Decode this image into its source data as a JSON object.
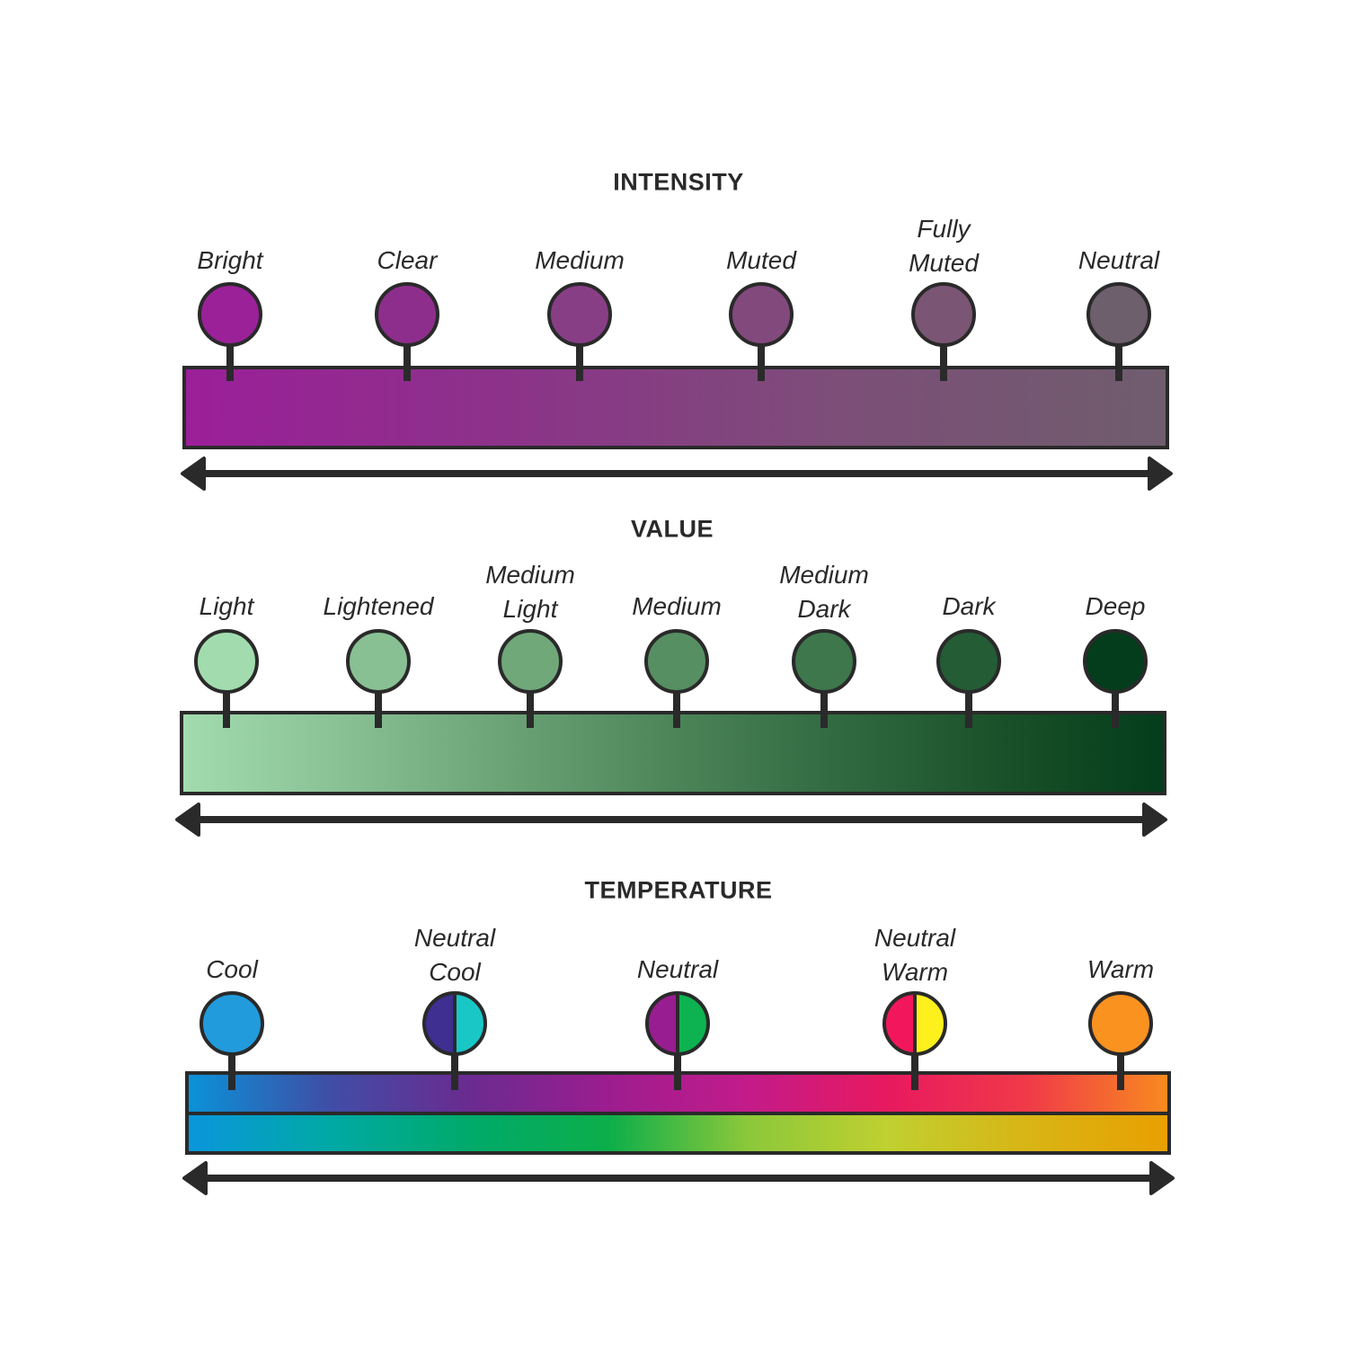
{
  "sections": [
    {
      "title": "INTENSITY",
      "gradient": [
        "#9b1f99",
        "#8c3389",
        "#7c4e78",
        "#6f5d6d"
      ],
      "markers": [
        {
          "label": [
            "Bright"
          ],
          "colors": [
            "#9b2199"
          ]
        },
        {
          "label": [
            "Clear"
          ],
          "colors": [
            "#8e2e8c"
          ]
        },
        {
          "label": [
            "Medium"
          ],
          "colors": [
            "#883e85"
          ]
        },
        {
          "label": [
            "Muted"
          ],
          "colors": [
            "#82497d"
          ]
        },
        {
          "label": [
            "Fully",
            "Muted"
          ],
          "colors": [
            "#7a5574"
          ]
        },
        {
          "label": [
            "Neutral"
          ],
          "colors": [
            "#6e5f6c"
          ]
        }
      ]
    },
    {
      "title": "VALUE",
      "gradient": [
        "#a2dcae",
        "#88c094",
        "#6aa275",
        "#4c8558",
        "#316a40",
        "#1a5129",
        "#033d1b"
      ],
      "markers": [
        {
          "label": [
            "Light"
          ],
          "colors": [
            "#a2dcae"
          ]
        },
        {
          "label": [
            "Lightened"
          ],
          "colors": [
            "#88c094"
          ]
        },
        {
          "label": [
            "Medium",
            "Light"
          ],
          "colors": [
            "#70a87a"
          ]
        },
        {
          "label": [
            "Medium"
          ],
          "colors": [
            "#568f62"
          ]
        },
        {
          "label": [
            "Medium",
            "Dark"
          ],
          "colors": [
            "#3e774c"
          ]
        },
        {
          "label": [
            "Dark"
          ],
          "colors": [
            "#235c35"
          ]
        },
        {
          "label": [
            "Deep"
          ],
          "colors": [
            "#033d1b"
          ]
        }
      ]
    },
    {
      "title": "TEMPERATURE",
      "gradient": [
        "#0a92d8",
        "#3f4ea6",
        "#6a2b90",
        "#9c1d8f",
        "#c31b8a",
        "#e8195f",
        "#f03a48",
        "#f88a1f"
      ],
      "gradient2": [
        "#0a96dc",
        "#00a9a6",
        "#00aa6a",
        "#0cae4a",
        "#8cc83a",
        "#c0d030",
        "#d8b515",
        "#e8a000"
      ],
      "markers": [
        {
          "label": [
            "Cool"
          ],
          "colors": [
            "#219bdc"
          ]
        },
        {
          "label": [
            "Neutral",
            "Cool"
          ],
          "colors": [
            "#3e2f91",
            "#19c7c7"
          ]
        },
        {
          "label": [
            "Neutral"
          ],
          "colors": [
            "#981d90",
            "#0db350"
          ]
        },
        {
          "label": [
            "Neutral",
            "Warm"
          ],
          "colors": [
            "#f2175c",
            "#fdf01c"
          ]
        },
        {
          "label": [
            "Warm"
          ],
          "colors": [
            "#fa9220"
          ]
        }
      ]
    }
  ]
}
